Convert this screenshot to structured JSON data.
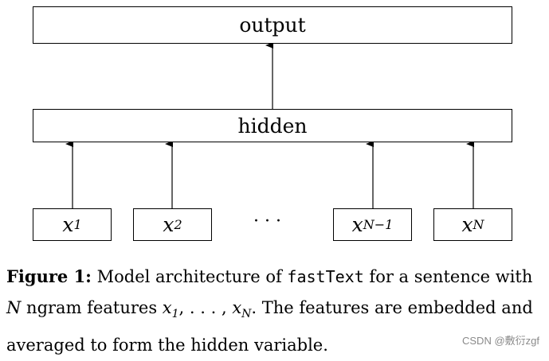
{
  "diagram": {
    "output_label": "output",
    "hidden_label": "hidden",
    "ellipsis": "· · ·",
    "inputs": [
      {
        "base": "x",
        "sub": "1"
      },
      {
        "base": "x",
        "sub": "2"
      },
      {
        "base": "x",
        "sub": "N−1"
      },
      {
        "base": "x",
        "sub": "N"
      }
    ]
  },
  "caption": {
    "fig_label": "Figure 1:",
    "text_1": " Model architecture of ",
    "code": "fastText",
    "text_2": " for a sentence with",
    "n_var": "N",
    "text_3": " ngram features ",
    "x1_base": "x",
    "x1_sub": "1",
    "sep": ", . . . , ",
    "xn_base": "x",
    "xn_sub": "N",
    "text_4": ". The features are embedded and averaged to form the hidden variable."
  },
  "watermark": "CSDN @敷衍zgf"
}
